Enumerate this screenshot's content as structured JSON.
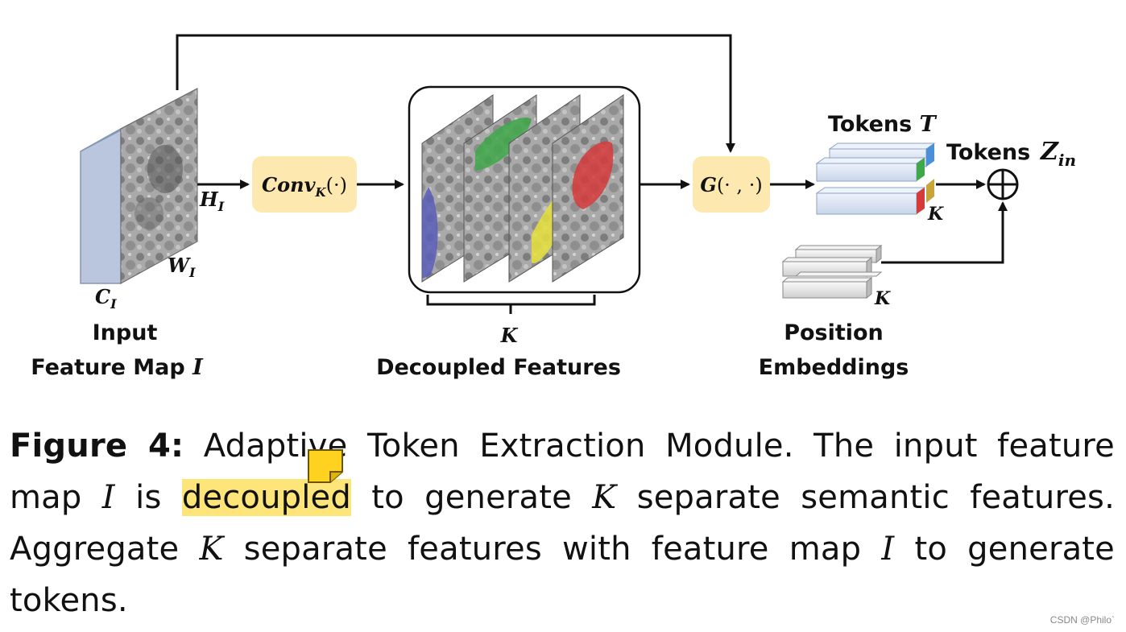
{
  "diagram": {
    "input": {
      "c_label": "C",
      "c_sub": "I",
      "h_label": "H",
      "h_sub": "I",
      "w_label": "W",
      "w_sub": "I",
      "title_line1": "Input",
      "title_line2": "Feature Map",
      "title_math": "I"
    },
    "conv_box": {
      "label": "Conv",
      "sub": "K",
      "args": "(·)"
    },
    "decoupled": {
      "k_label": "K",
      "title": "Decoupled Features"
    },
    "g_box": {
      "label": "G",
      "args": "(· , ·)"
    },
    "tokens": {
      "title": "Tokens",
      "title_math": "T",
      "k_label": "K"
    },
    "tokens_out": {
      "title": "Tokens",
      "math": "Z",
      "sub": "in"
    },
    "position": {
      "k_label": "K",
      "title_line1": "Position",
      "title_line2": "Embeddings"
    },
    "colors": {
      "box_fill": "#fde9b0",
      "arrow": "#111111",
      "token_fill": "#dce6f4",
      "mask_blue": "#5a5fb8",
      "mask_green": "#3fa84a",
      "mask_yellow": "#e8e23a",
      "mask_red": "#d63b3b"
    }
  },
  "caption": {
    "fig_label": "Figure 4:",
    "part1": " Adaptive Token Extraction Module. The input feature map ",
    "math_I": "I",
    "part2": " is ",
    "highlight": "decoupled",
    "part3": " to generate ",
    "math_K": "K",
    "part4": " separate semantic features. Aggregate ",
    "math_K2": "K",
    "part5": " separate features with feature map ",
    "math_I2": "I",
    "part6": " to generate tokens."
  },
  "watermark": "CSDN @Philo`"
}
